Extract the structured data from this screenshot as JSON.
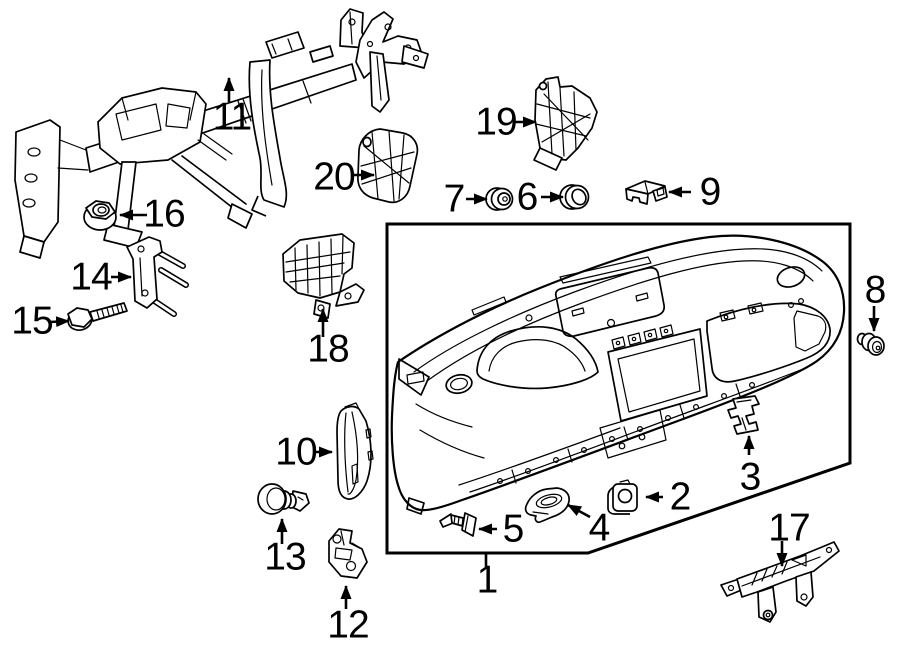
{
  "diagram": {
    "type": "exploded-parts-line-drawing",
    "callout_style": "numbered-arrows",
    "colors": {
      "background": "#ffffff",
      "line_art": "#000000",
      "label_text": "#000000"
    }
  },
  "labels": {
    "n1": "1",
    "n2": "2",
    "n3": "3",
    "n4": "4",
    "n5": "5",
    "n6": "6",
    "n7": "7",
    "n8": "8",
    "n9": "9",
    "n10": "10",
    "n11": "11",
    "n12": "12",
    "n13": "13",
    "n14": "14",
    "n15": "15",
    "n16": "16",
    "n17": "17",
    "n18": "18",
    "n19": "19",
    "n20": "20"
  }
}
